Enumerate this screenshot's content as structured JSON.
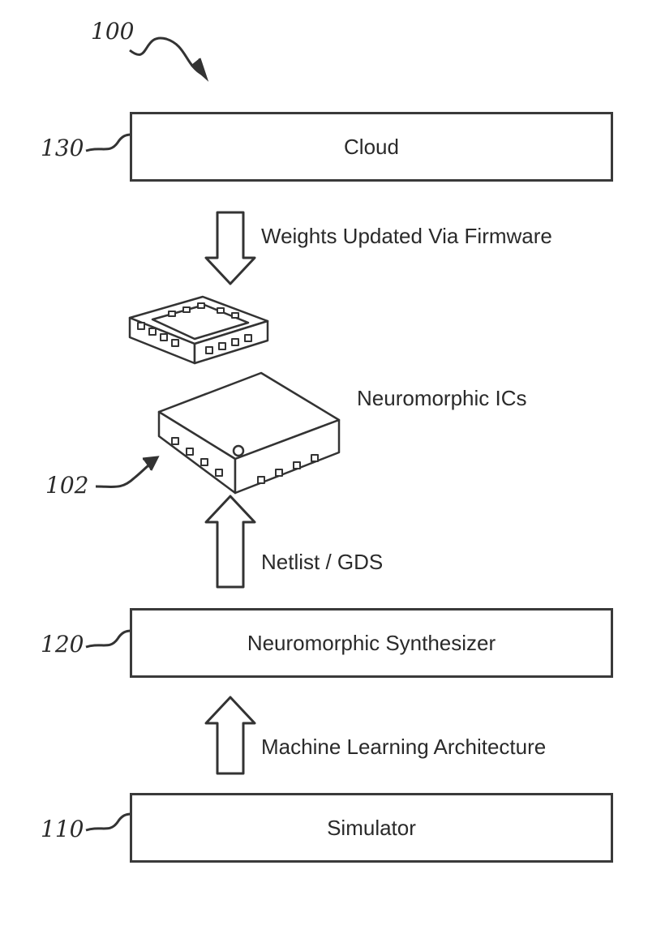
{
  "figure_ref": "100",
  "boxes": {
    "cloud": {
      "ref": "130",
      "label": "Cloud"
    },
    "synthesizer": {
      "ref": "120",
      "label": "Neuromorphic Synthesizer"
    },
    "simulator": {
      "ref": "110",
      "label": "Simulator"
    }
  },
  "arrows": {
    "cloud_to_ics": "Weights Updated Via Firmware",
    "synth_to_ics": "Netlist / GDS",
    "sim_to_synth": "Machine Learning Architecture"
  },
  "ics": {
    "ref": "102",
    "label": "Neuromorphic ICs"
  }
}
